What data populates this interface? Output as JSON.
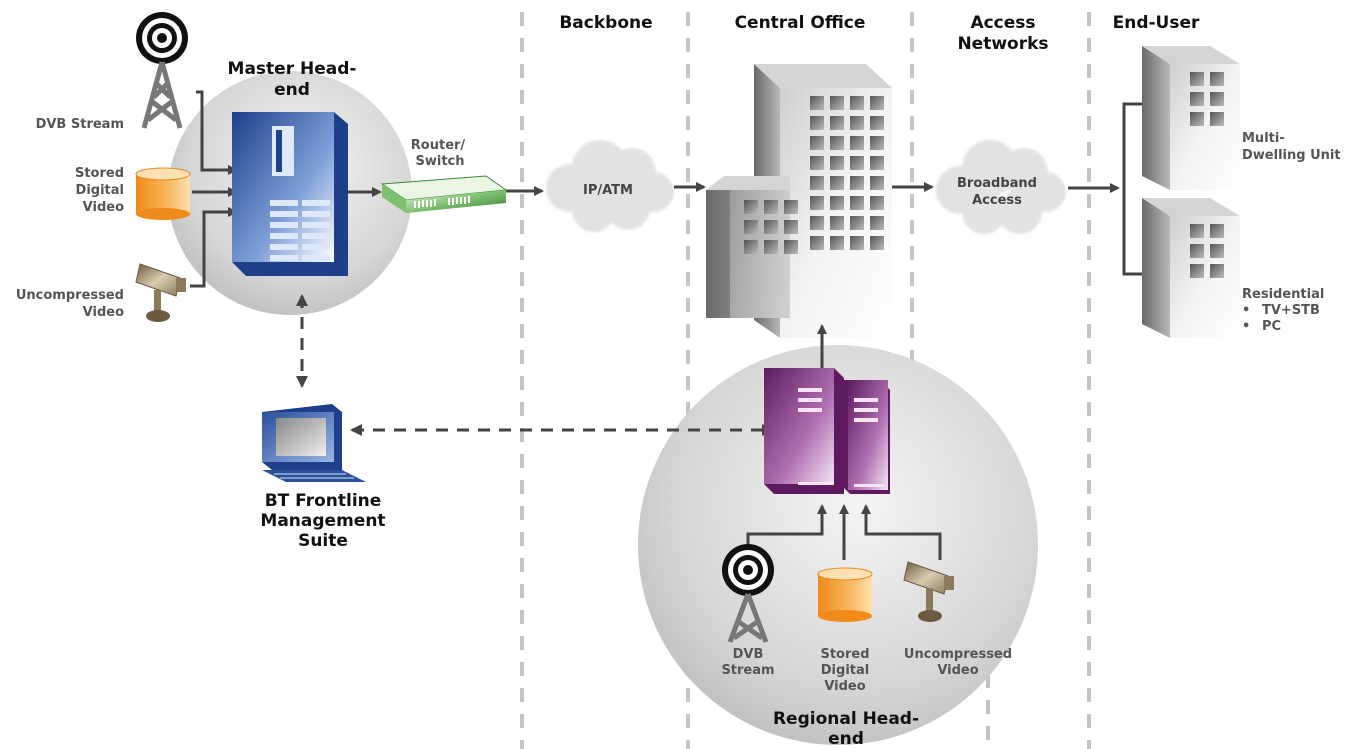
{
  "sections": {
    "backbone": "Backbone",
    "central_office": "Central Office",
    "access_networks": [
      "Access",
      "Networks"
    ],
    "end_user": "End-User"
  },
  "master_headend": {
    "title": [
      "Master Head-",
      "end"
    ],
    "inputs": {
      "dvb": "DVB Stream",
      "stored": [
        "Stored",
        "Digital",
        "Video"
      ],
      "uncompressed": [
        "Uncompressed",
        "Video"
      ]
    }
  },
  "router_switch": [
    "Router/",
    "Switch"
  ],
  "ip_atm": "IP/ATM",
  "broadband_access": [
    "Broadband",
    "Access"
  ],
  "end_users": {
    "mdu": [
      "Multi-",
      "Dwelling Unit"
    ],
    "residential": {
      "title": "Residential",
      "items": [
        "TV+STB",
        "PC"
      ],
      "bullet": "•"
    }
  },
  "management": [
    "BT Frontline",
    "Management",
    "Suite"
  ],
  "regional_headend": {
    "title": [
      "Regional Head-",
      "end"
    ],
    "inputs": {
      "dvb": [
        "DVB",
        "Stream"
      ],
      "stored": [
        "Stored",
        "Digital",
        "Video"
      ],
      "uncompressed": [
        "Uncompressed",
        "Video"
      ]
    }
  },
  "colors": {
    "master_server": "#2a4f9c",
    "regional_server": "#7a2a7a",
    "router": "#3c8a3c",
    "cylinder": "#f39a2a",
    "arrow": "#444444"
  }
}
